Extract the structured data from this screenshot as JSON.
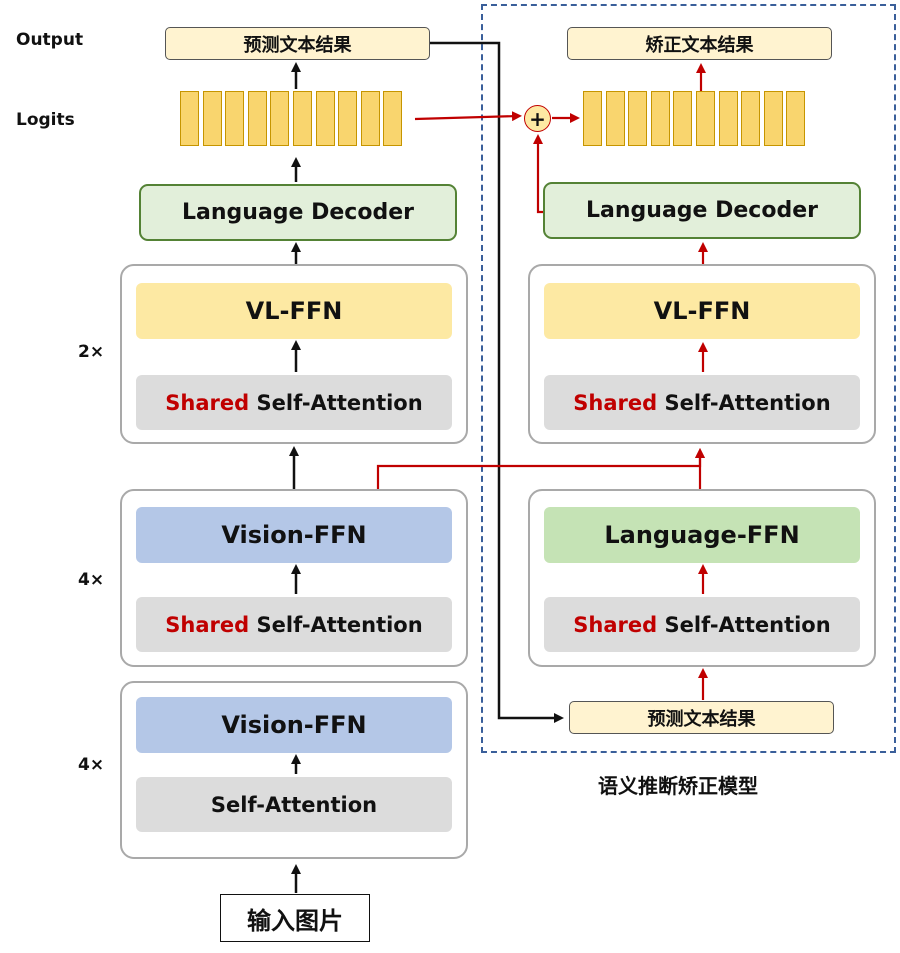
{
  "labels": {
    "output": "Output",
    "logits": "Logits",
    "rep_2": "2×",
    "rep_4a": "4×",
    "rep_4b": "4×"
  },
  "left": {
    "output_box": "预测文本结果",
    "decoder": "Language Decoder",
    "vl_ffn": "VL-FFN",
    "shared_word": "Shared",
    "self_attention": "Self-Attention",
    "vision_ffn": "Vision-FFN",
    "plain_self_attention": "Self-Attention",
    "input_box": "输入图片"
  },
  "right": {
    "output_box": "矫正文本结果",
    "plus": "+",
    "decoder": "Language Decoder",
    "vl_ffn": "VL-FFN",
    "shared_word": "Shared",
    "self_attention": "Self-Attention",
    "language_ffn": "Language-FFN",
    "input_box": "预测文本结果",
    "caption": "语义推断矫正模型"
  },
  "colors": {
    "black_arrow": "#111111",
    "red_arrow": "#c00000",
    "dashed_border": "#3a5f9a"
  }
}
